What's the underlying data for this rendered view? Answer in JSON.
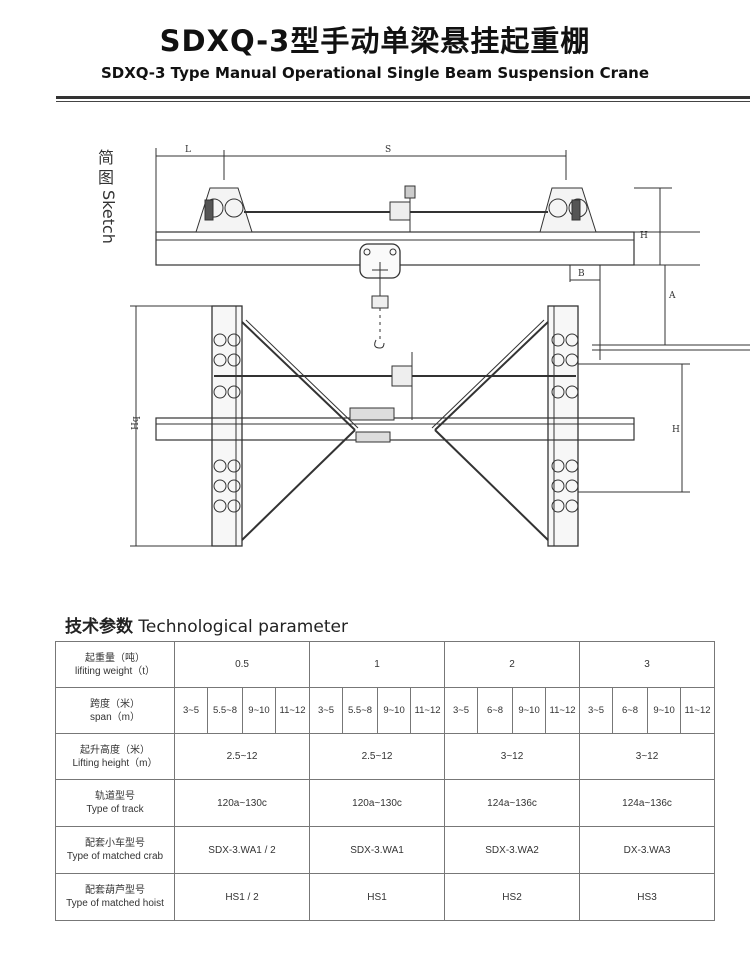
{
  "title": {
    "cn": "SDXQ-3型手动单梁悬挂起重棚",
    "en": "SDXQ-3 Type Manual Operational Single Beam Suspension Crane"
  },
  "sketch": {
    "label_cn": "简图",
    "label_en": "Sketch",
    "dims": {
      "L": "L",
      "S": "S",
      "H_right": "H",
      "B": "B",
      "A": "A",
      "H_lower": "H",
      "Hq": "Hq"
    }
  },
  "params_heading": {
    "cn": "技术参数",
    "en": "Technological parameter"
  },
  "table": {
    "rows": [
      {
        "label_cn": "起重量（吨）",
        "label_en": "lifiting weight（t）"
      },
      {
        "label_cn": "跨度（米）",
        "label_en": "span（m）"
      },
      {
        "label_cn": "起升高度（米）",
        "label_en": "Lifting height（m）"
      },
      {
        "label_cn": "轨道型号",
        "label_en": "Type of track"
      },
      {
        "label_cn": "配套小车型号",
        "label_en": "Type of matched crab"
      },
      {
        "label_cn": "配套葫芦型号",
        "label_en": "Type of matched hoist"
      }
    ],
    "groups": [
      {
        "weight": "0.5",
        "spans": [
          "3~5",
          "5.5~8",
          "9~10",
          "11~12"
        ],
        "height": "2.5~12",
        "track": "120a~130c",
        "crab": "SDX-3.WA1 / 2",
        "hoist": "HS1 / 2"
      },
      {
        "weight": "1",
        "spans": [
          "3~5",
          "5.5~8",
          "9~10",
          "11~12"
        ],
        "height": "2.5~12",
        "track": "120a~130c",
        "crab": "SDX-3.WA1",
        "hoist": "HS1"
      },
      {
        "weight": "2",
        "spans": [
          "3~5",
          "6~8",
          "9~10",
          "11~12"
        ],
        "height": "3~12",
        "track": "124a~136c",
        "crab": "SDX-3.WA2",
        "hoist": "HS2"
      },
      {
        "weight": "3",
        "spans": [
          "3~5",
          "6~8",
          "9~10",
          "11~12"
        ],
        "height": "3~12",
        "track": "124a~136c",
        "crab": "DX-3.WA3",
        "hoist": "HS3"
      }
    ]
  }
}
